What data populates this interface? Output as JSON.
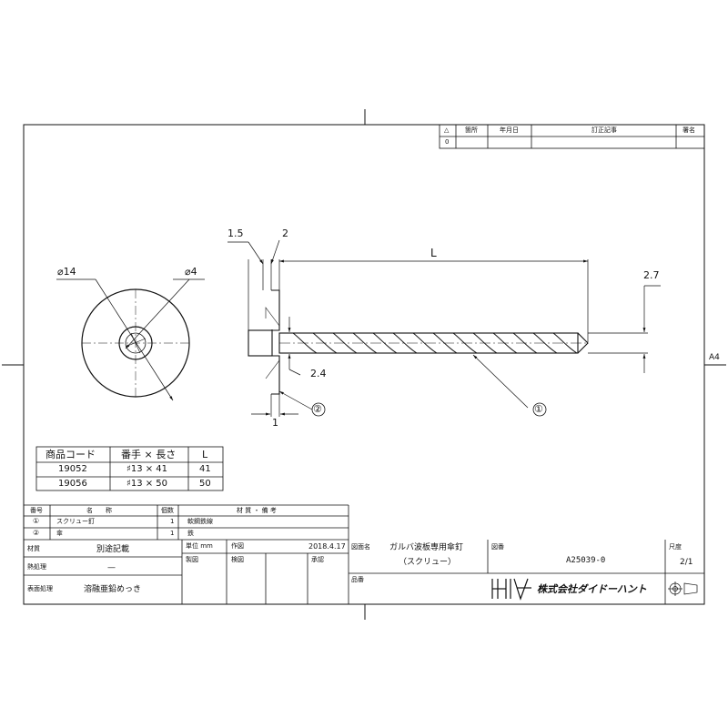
{
  "revision_block": {
    "headers": [
      "△",
      "箇所",
      "年月日",
      "訂正記事",
      "署名"
    ],
    "row": [
      "0",
      "",
      "",
      "",
      ""
    ]
  },
  "sheet_size": "A4",
  "dimensions": {
    "d_outer": "⌀14",
    "d_inner": "⌀4",
    "head_thickness": "1.5",
    "washer_gap": "2",
    "length": "L",
    "thread_dia": "2.7",
    "shank_dia": "2.4",
    "washer_w": "1"
  },
  "balloons": {
    "part1": "①",
    "part2": "②"
  },
  "size_table": {
    "headers": [
      "商品コード",
      "番手 × 長さ",
      "L"
    ],
    "rows": [
      [
        "19052",
        "♯13 × 41",
        "41"
      ],
      [
        "19056",
        "♯13 × 50",
        "50"
      ]
    ]
  },
  "parts_list": {
    "headers": [
      "番号",
      "名　　称",
      "個数",
      "材 質 ・ 備 考"
    ],
    "rows": [
      [
        "①",
        "スクリュー釘",
        "1",
        "軟鋼鉄線"
      ],
      [
        "②",
        "傘",
        "1",
        "鉄"
      ]
    ]
  },
  "title_block": {
    "material_label": "材質",
    "material_value": "別途記載",
    "heat_label": "熱処理",
    "heat_value": "—",
    "surface_label": "表面処理",
    "surface_value": "溶融亜鉛めっき",
    "unit_label": "単位 mm",
    "drawn_label": "作図",
    "date": "2018.4.17",
    "drawing_name_label": "図面名",
    "drawing_name": "ガルバ波板専用傘釘",
    "drawing_name_sub": "（スクリュー）",
    "drawing_no_label": "図番",
    "drawing_no": "A25039-0",
    "scale_label": "尺度",
    "scale": "2/1",
    "design_label": "製図",
    "check_label": "検図",
    "approve_label": "承認",
    "item_no_label": "品番",
    "company": "株式会社ダイドーハント"
  }
}
